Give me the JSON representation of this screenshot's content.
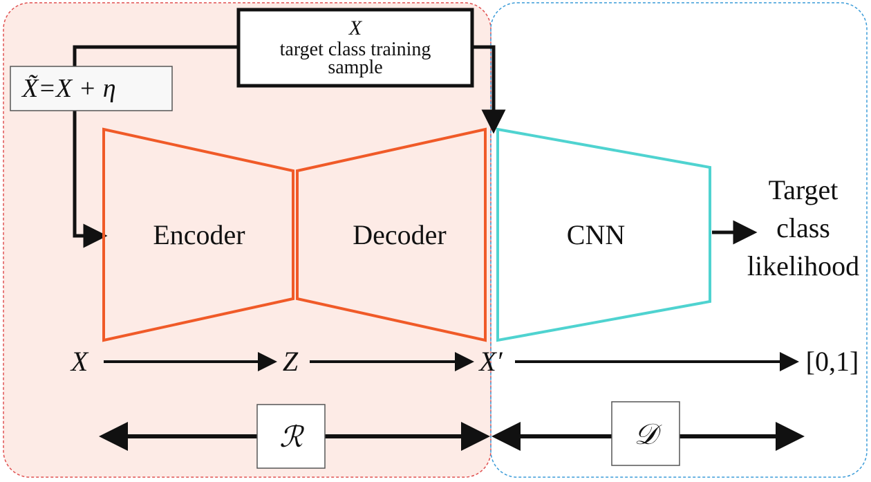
{
  "colors": {
    "left_region_fill": "#fdebe6",
    "left_region_border": "#e05050",
    "right_region_border": "#3a9bd8",
    "autoencoder_stroke": "#f05a28",
    "cnn_stroke": "#4fd3d0",
    "arrow": "#111111"
  },
  "training_box": {
    "var": "X",
    "line1": "target class training",
    "line2": "sample"
  },
  "noise_box": {
    "lhs": "X̃",
    "rest": "=X + η"
  },
  "blocks": {
    "encoder": "Encoder",
    "decoder": "Decoder",
    "cnn": "CNN"
  },
  "output_label": {
    "line1": "Target",
    "line2": "class",
    "line3": "likelihood"
  },
  "flow": {
    "x": "X",
    "z": "Z",
    "x_prime": "X′",
    "range": "[0,1]"
  },
  "regions": {
    "r_label": "ℛ",
    "d_label": "𝒟"
  }
}
